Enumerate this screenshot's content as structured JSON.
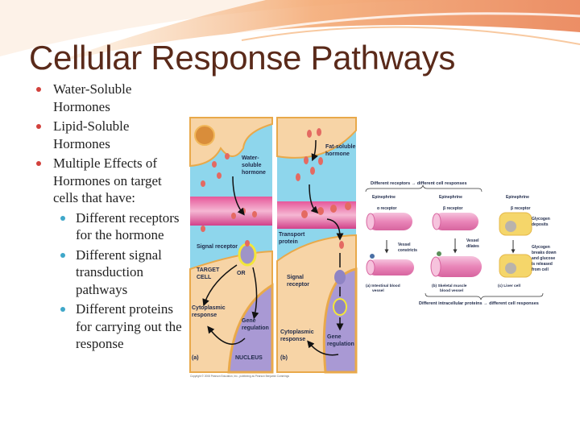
{
  "slide": {
    "title": "Cellular Response Pathways",
    "bullets": [
      {
        "text": "Water-Soluble Hormones"
      },
      {
        "text": "Lipid-Soluble Hormones"
      },
      {
        "text": "Multiple Effects of Hormones on target cells that have:",
        "sub": [
          "Different receptors for the hormone",
          "Different signal transduction pathways",
          "Different proteins for carrying out the response"
        ]
      }
    ],
    "colors": {
      "title": "#5a2a1a",
      "bullet": "#d2413c",
      "sub_bullet": "#3fa7c9"
    }
  },
  "figure_left": {
    "panel_a": {
      "water_soluble_hormone": [
        "Water-",
        "soluble",
        "hormone"
      ],
      "signal_receptor": "Signal receptor",
      "target_cell": [
        "TARGET",
        "CELL"
      ],
      "or": "OR",
      "cytoplasmic_response": [
        "Cytoplasmic",
        "response"
      ],
      "gene_regulation": [
        "Gene",
        "regulation"
      ],
      "nucleus": "NUCLEUS",
      "label": "(a)"
    },
    "panel_b": {
      "fat_soluble_hormone": [
        "Fat-soluble",
        "hormone"
      ],
      "transport_protein": [
        "Transport",
        "protein"
      ],
      "signal_receptor": [
        "Signal",
        "receptor"
      ],
      "cytoplasmic_response": [
        "Cytoplasmic",
        "response"
      ],
      "gene_regulation": [
        "Gene",
        "regulation"
      ],
      "label": "(b)"
    },
    "copyright": "Copyright © 2008 Pearson Education, Inc., publishing as Pearson Benjamin Cummings"
  },
  "figure_right": {
    "top_caption": "Different receptors → different cell responses",
    "bottom_caption": "Different intracellular proteins → different cell responses",
    "epinephrine": "Epinephrine",
    "alpha_receptor": "α receptor",
    "beta_receptor": "β receptor",
    "vessel_constricts": [
      "Vessel",
      "constricts"
    ],
    "vessel_dilates": [
      "Vessel",
      "dilates"
    ],
    "glycogen_deposits": [
      "Glycogen",
      "deposits"
    ],
    "glycogen_breaks": [
      "Glycogen",
      "breaks down",
      "and glucose",
      "is released",
      "from cell"
    ],
    "caption_a": [
      "(a) Intestinal blood",
      "vessel"
    ],
    "caption_b": [
      "(b) Skeletal muscle",
      "blood vessel"
    ],
    "caption_c": "(c) Liver cell"
  }
}
